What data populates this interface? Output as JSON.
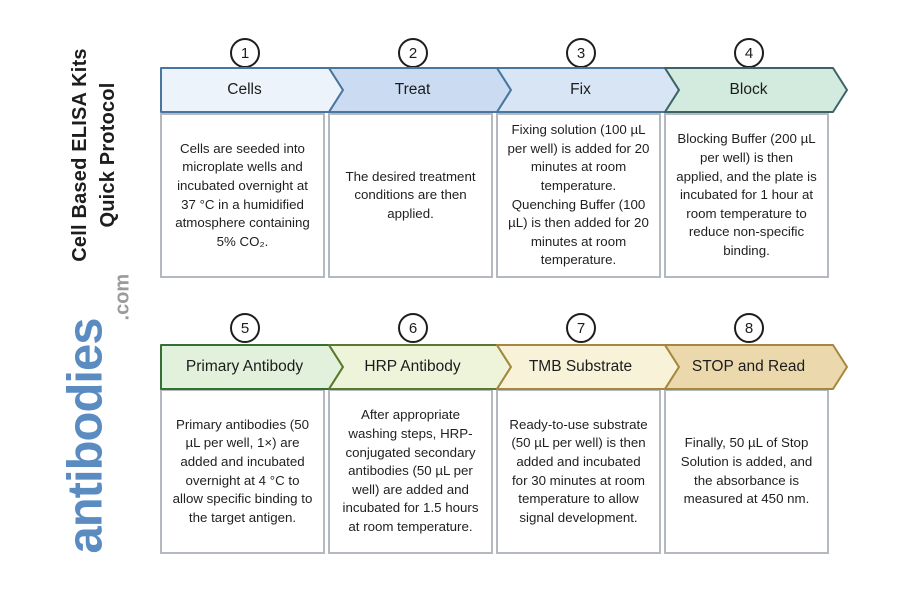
{
  "title": {
    "line1": "Cell Based ELISA Kits",
    "line2": "Quick Protocol"
  },
  "brand": {
    "logo_text": "antibodies",
    "logo_tld": ".com",
    "logo_color": "#5a8cc2",
    "logo_tld_color": "#9b9b9b"
  },
  "steps": [
    {
      "number": "1",
      "label": "Cells",
      "fill": "#edf3fa",
      "border": "#48769f",
      "description": "Cells are seeded into microplate wells and incubated overnight at 37 °C in a humidified atmosphere containing 5% CO₂."
    },
    {
      "number": "2",
      "label": "Treat",
      "fill": "#cbdcf2",
      "border": "#48769f",
      "description": "The desired treatment conditions are then applied."
    },
    {
      "number": "3",
      "label": "Fix",
      "fill": "#d8e5f5",
      "border": "#48769f",
      "description": "Fixing solution (100 µL per well) is added for 20 minutes at room temperature. Quenching Buffer (100 µL) is then added for 20 minutes at room temperature."
    },
    {
      "number": "4",
      "label": "Block",
      "fill": "#d2ebde",
      "border": "#3e6366",
      "description": "Blocking Buffer (200 µL per well) is then applied, and the plate is incubated for 1 hour at room temperature to reduce non-specific binding."
    },
    {
      "number": "5",
      "label": "Primary Antibody",
      "fill": "#e2f1db",
      "border": "#346f33",
      "description": "Primary antibodies (50 µL per well, 1×) are added and incubated overnight at 4 °C to allow specific binding to the target antigen."
    },
    {
      "number": "6",
      "label": "HRP Antibody",
      "fill": "#edf4da",
      "border": "#58792f",
      "description": "After appropriate washing steps, HRP-conjugated secondary antibodies (50 µL per well) are added and incubated for 1.5 hours at room temperature."
    },
    {
      "number": "7",
      "label": "TMB Substrate",
      "fill": "#f8f3d8",
      "border": "#a5873d",
      "description": "Ready-to-use substrate (50 µL per well) is then added and incubated for 30 minutes at room temperature to allow signal development."
    },
    {
      "number": "8",
      "label": "STOP and Read",
      "fill": "#ebd9ad",
      "border": "#a5873d",
      "description": "Finally, 50 µL of Stop Solution is added, and the absorbance is measured at 450 nm."
    }
  ]
}
